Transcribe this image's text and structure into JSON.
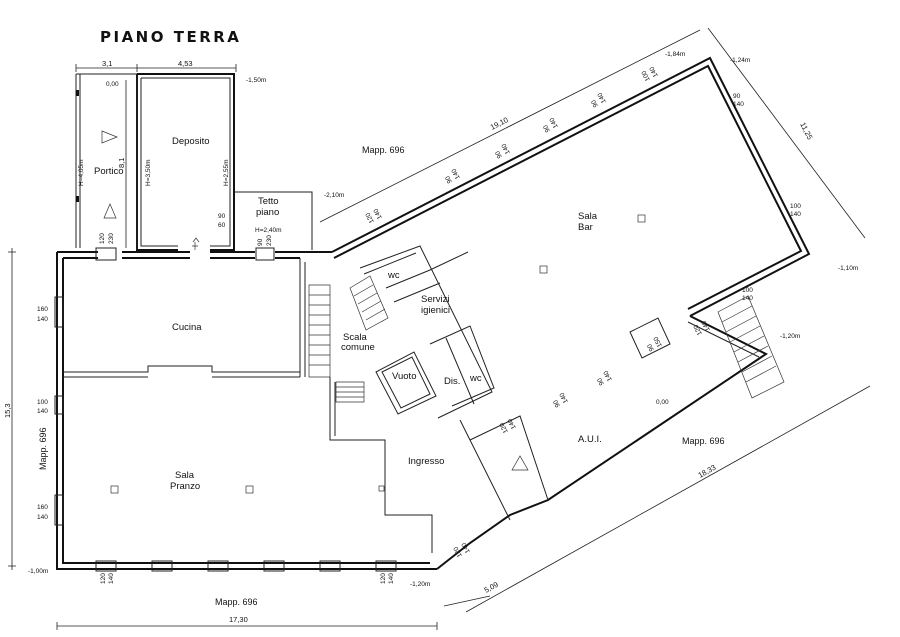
{
  "title": "PIANO TERRA",
  "rooms": {
    "deposito": "Deposito",
    "portico": "Portico",
    "tetto_1": "Tetto",
    "tetto_2": "piano",
    "tetto_h": "H=2,40m",
    "cucina": "Cucina",
    "sala_pranzo_1": "Sala",
    "sala_pranzo_2": "Pranzo",
    "scala_1": "Scala",
    "scala_2": "comune",
    "vuoto": "Vuoto",
    "dis": "Dis.",
    "wc_1": "wc",
    "wc_2": "wc",
    "servizi_1": "Servizi",
    "servizi_2": "igienici",
    "ingresso": "Ingresso",
    "sala_bar_1": "Sala",
    "sala_bar_2": "Bar",
    "aui": "A.U.I."
  },
  "mappali": {
    "top": "Mapp. 696",
    "right": "Mapp. 696",
    "bottom": "Mapp. 696",
    "left": "Mapp. 696"
  },
  "dimensions": {
    "portico_width": "3,1",
    "deposito_width": "4,53",
    "portico_depth": "8,1",
    "total_width": "17,30",
    "total_height": "15,3",
    "bar_length": "19,10",
    "bar_depth": "11,25",
    "long_side": "18,33",
    "short_side": "5,09"
  },
  "levels": {
    "portico": "0,00",
    "deposito": "-1,50m",
    "tetto": "-2,10m",
    "bar_top": "-1,84m",
    "bar_corner": "-1,24m",
    "bar_right": "-1,10m",
    "steps": "-1,20m",
    "aui": "0,00",
    "bottom": "-1,20m",
    "left_bottom": "-1,00m"
  },
  "heights": {
    "portico": "H=4,05m",
    "deposito_left": "H=3,50m",
    "deposito_right": "H=2,55m"
  },
  "openings": {
    "tetto_1": "90",
    "tetto_2": "60",
    "portico_1": "120",
    "portico_2": "230",
    "tetto_door_1": "90",
    "tetto_door_2": "230",
    "cucina_1": "160",
    "cucina_2": "140",
    "mid_1": "100",
    "mid_2": "140",
    "pranzo_1": "160",
    "pranzo_2": "140",
    "bottom_1": "120",
    "bottom_2": "140",
    "bar_1": "120",
    "bar_2": "140",
    "bar_3": "90",
    "bar_4": "140",
    "bar_5": "90",
    "bar_6": "140",
    "bar_7": "90",
    "bar_8": "140",
    "bar_9": "90",
    "bar_10": "140",
    "bar_11": "100",
    "bar_12": "140",
    "bar_13": "90",
    "bar_14": "140",
    "bar_15": "100",
    "bar_16": "140",
    "bar_17": "100",
    "bar_18": "140",
    "aui_1": "120",
    "aui_2": "140",
    "aui_3": "90",
    "aui_4": "140",
    "aui_5": "90",
    "aui_6": "140",
    "aui_7": "120",
    "aui_8": "140",
    "aui_9": "90",
    "aui_10": "150",
    "aui_11": "120",
    "aui_12": "140",
    "corner_1": "120",
    "corner_2": "140"
  }
}
